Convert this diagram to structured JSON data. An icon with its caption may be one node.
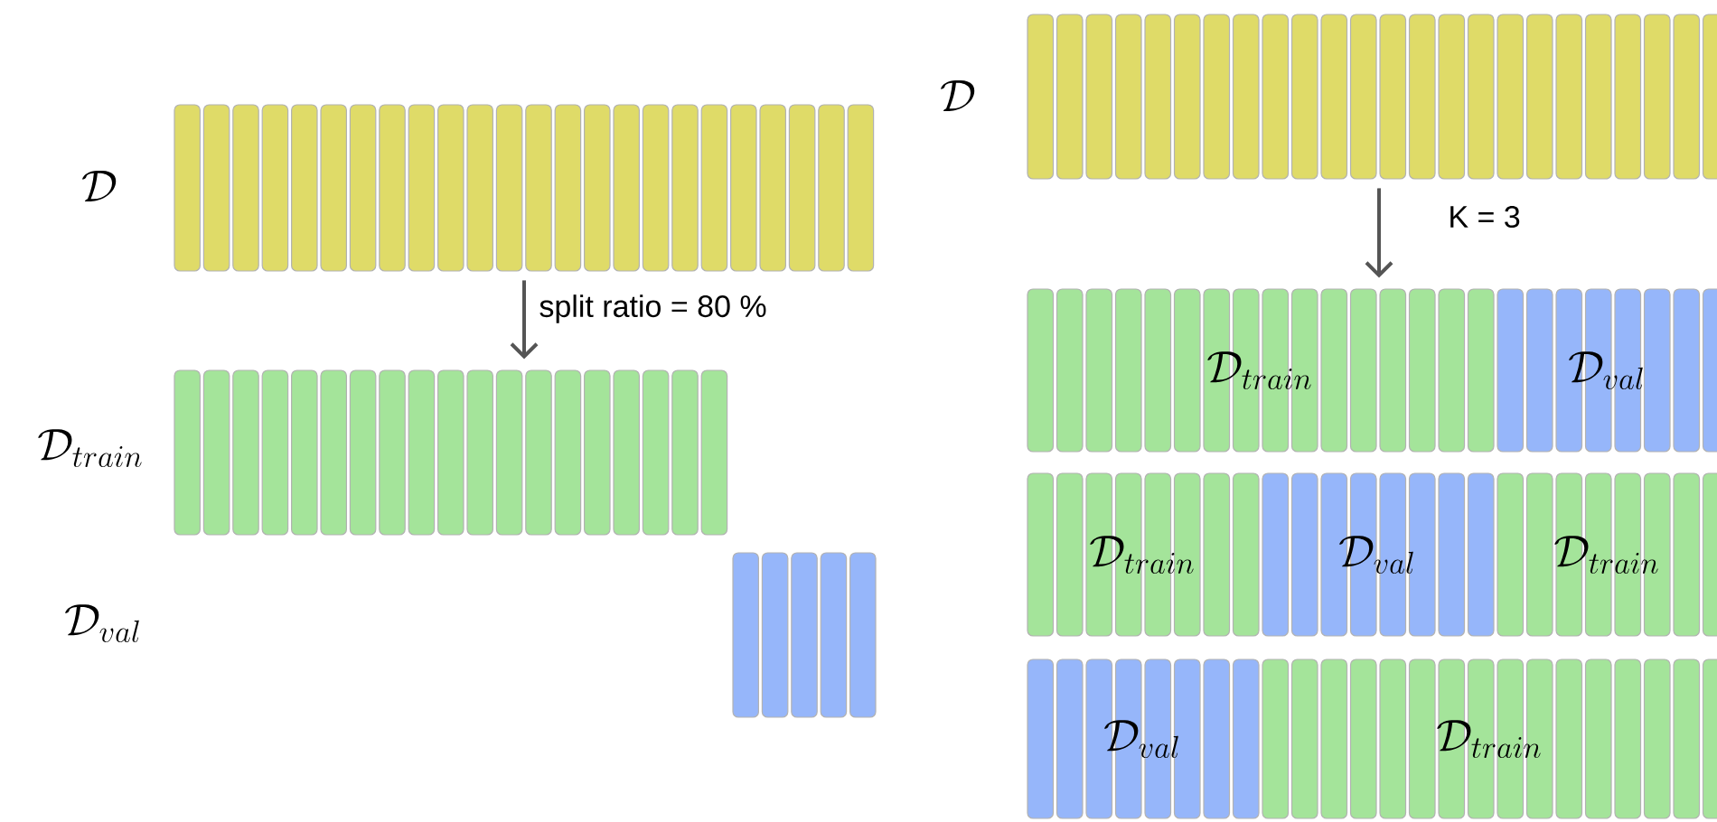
{
  "diagram": {
    "nodes": [
      {
        "text": [],
        "shape": "bar",
        "beside": [
          "\\mathcal{D}"
        ]
      },
      {
        "text": [],
        "shape": "bar",
        "beside": [
          "\\mathcal{D}_{train}"
        ]
      },
      {
        "text": [],
        "shape": "bar"
      },
      {
        "text": [],
        "shape": "bar",
        "beside": [
          "\\mathcal{D}"
        ]
      },
      {
        "text": [
          "\\mathcal{D}_{train}"
        ]
      },
      {
        "text": [
          "\\mathcal{D}_{val}"
        ]
      },
      {
        "text": [
          "\\mathcal{D}_{train}"
        ]
      },
      {
        "text": [
          "\\mathcal{D}_{val}"
        ]
      },
      {
        "text": [
          "\\mathcal{D}_{train}"
        ]
      },
      {
        "text": [
          "\\mathcal{D}_{val}"
        ]
      },
      {
        "text": [
          "\\mathcal{D}_{train}"
        ]
      }
    ],
    "edges": [
      {
        "from": 0,
        "to": 1,
        "arrow": "to",
        "label": "split ratio = 80 %"
      },
      {
        "from": 3,
        "to": 4,
        "arrow": "to",
        "label": "K = 3"
      }
    ],
    "labels": [
      "\\mathcal{D}_{val}"
    ]
  }
}
